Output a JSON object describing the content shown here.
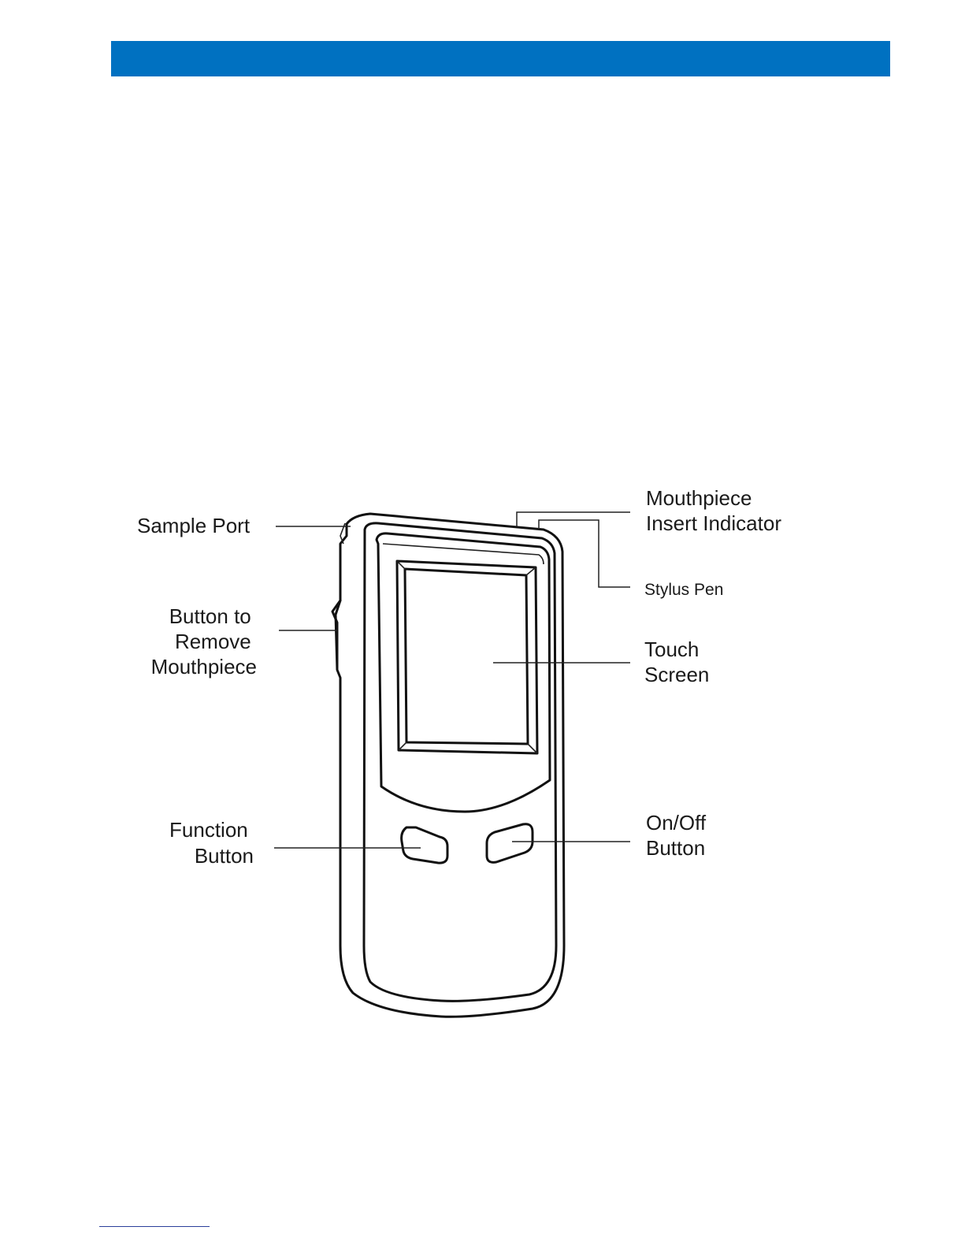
{
  "colors": {
    "header_bar": "#0071c1"
  },
  "labels": {
    "sample_port": "Sample Port",
    "mouthpiece_insert_indicator": [
      "Mouthpiece",
      "Insert Indicator"
    ],
    "stylus_pen": "Stylus Pen",
    "button_remove_mouthpiece": [
      "Button to",
      "Remove",
      "Mouthpiece"
    ],
    "touch_screen": [
      "Touch",
      "Screen"
    ],
    "function_button": [
      "Function",
      "Button"
    ],
    "on_off_button": [
      "On/Off",
      "Button"
    ]
  }
}
